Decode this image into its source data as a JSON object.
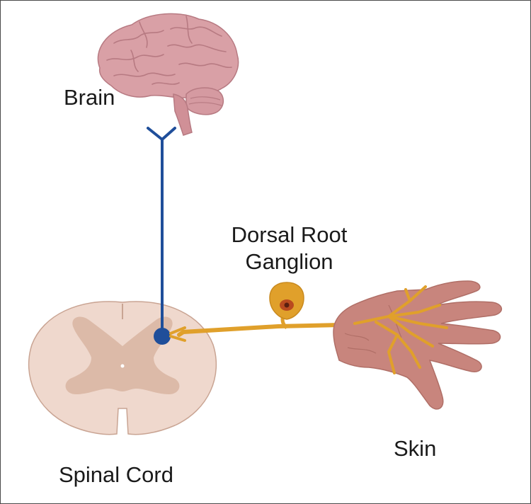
{
  "labels": {
    "brain": "Brain",
    "dorsal_root_ganglion": "Dorsal Root Ganglion",
    "skin": "Skin",
    "spinal_cord": "Spinal Cord"
  },
  "colors": {
    "brain_fill": "#d9a0a6",
    "brain_stroke": "#b77a82",
    "upper_neuron": "#1f4e9a",
    "sensory_neuron": "#e0a02b",
    "spinal_white_matter": "#efd8cd",
    "spinal_gray_matter": "#dcbaa8",
    "skin_hand": "#c8857d"
  }
}
